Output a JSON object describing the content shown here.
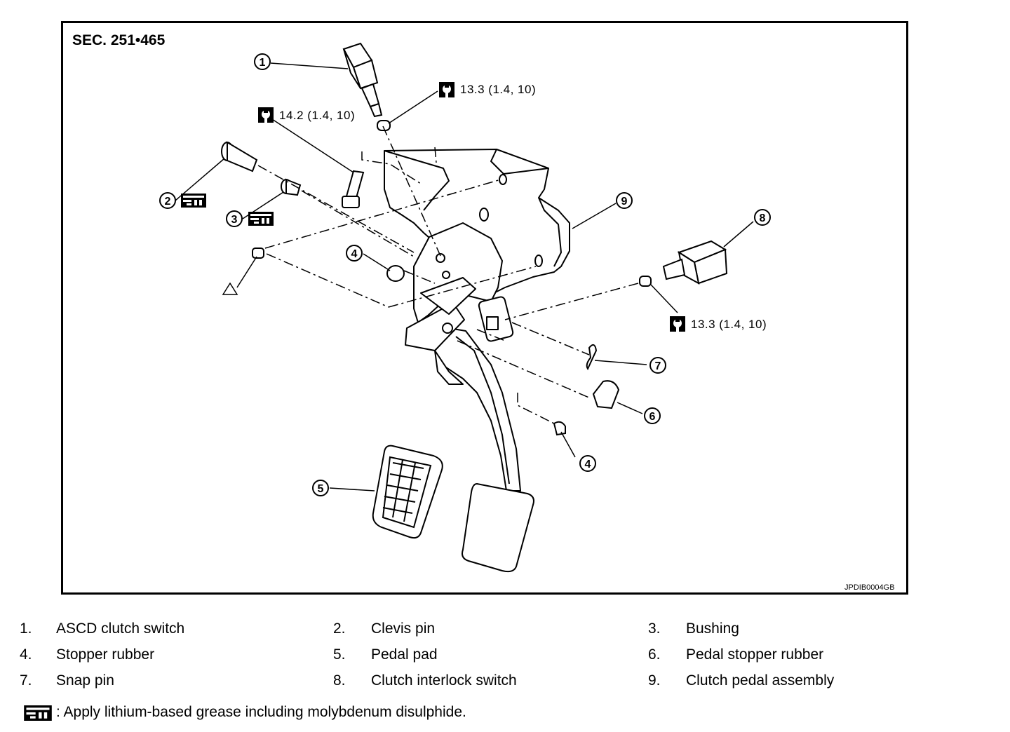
{
  "diagram": {
    "section": "SEC. 251•465",
    "figure_id": "JPDIB0004GB",
    "torque_1": "13.3 (1.4, 10)",
    "torque_2": "14.2 (1.4, 10)",
    "torque_3": "13.3 (1.4, 10)",
    "callouts": [
      "1",
      "2",
      "3",
      "4",
      "4",
      "5",
      "6",
      "7",
      "8",
      "9"
    ],
    "icons": [
      "torque-wrench-icon",
      "grease-apply-icon",
      "triangle-icon"
    ]
  },
  "legend": [
    {
      "num": "1.",
      "text": "ASCD clutch switch"
    },
    {
      "num": "2.",
      "text": "Clevis pin"
    },
    {
      "num": "3.",
      "text": "Bushing"
    },
    {
      "num": "4.",
      "text": "Stopper rubber"
    },
    {
      "num": "5.",
      "text": "Pedal pad"
    },
    {
      "num": "6.",
      "text": "Pedal stopper rubber"
    },
    {
      "num": "7.",
      "text": "Snap pin"
    },
    {
      "num": "8.",
      "text": "Clutch interlock switch"
    },
    {
      "num": "9.",
      "text": "Clutch pedal assembly"
    }
  ],
  "note": ": Apply lithium-based grease including molybdenum disulphide."
}
